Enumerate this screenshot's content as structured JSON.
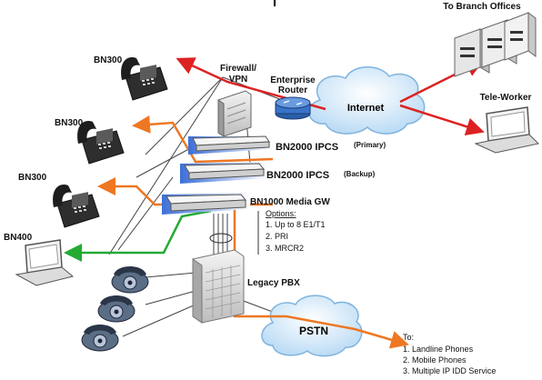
{
  "labels": {
    "branch_offices": "To Branch Offices",
    "tele_worker": "Tele-Worker",
    "firewall_line1": "Firewall/",
    "firewall_line2": "VPN",
    "router_line1": "Enterprise",
    "router_line2": "Router",
    "internet": "Internet",
    "primary": "(Primary)",
    "bn300_1": "BN300",
    "bn300_2": "BN300",
    "bn300_3": "BN300",
    "bn400": "BN400",
    "ipcs_primary": "BN2000 IPCS",
    "ipcs_backup": "BN2000 IPCS",
    "backup": "(Backup)",
    "media_gw": "BN1000 Media GW",
    "options_title": "Options:",
    "option_1": "1. Up to 8 E1/T1",
    "option_2": "2. PRI",
    "option_3": "3. MRCR2",
    "legacy_pbx": "Legacy PBX",
    "pstn": "PSTN",
    "to_title": "To:",
    "to_1": "1. Landline Phones",
    "to_2": "2. Mobile Phones",
    "to_3": "3. Multiple IP IDD Service"
  },
  "colors": {
    "internet_link": "#dd2222",
    "voice_link": "#ee7722",
    "data_link": "#22aa33",
    "cloud": "#cfe6f8",
    "cloud_edge": "#7fb3de"
  }
}
